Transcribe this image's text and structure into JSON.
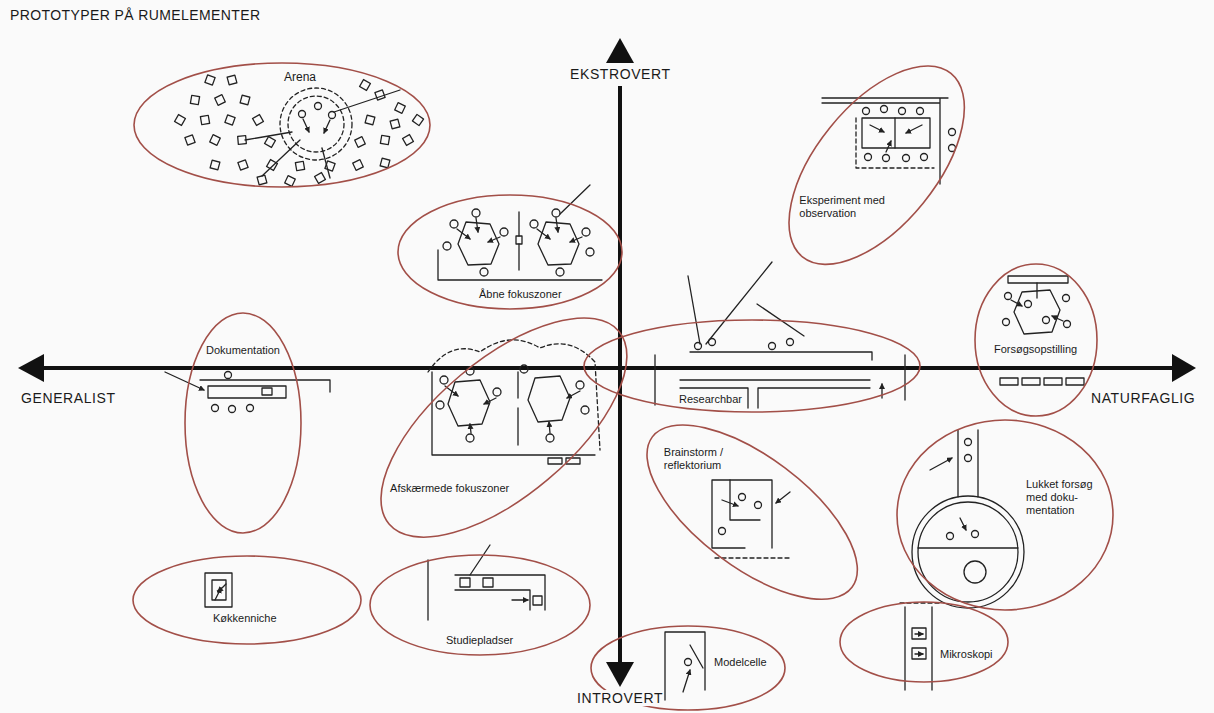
{
  "diagram": {
    "title": "PROTOTYPER PÅ RUMELEMENTER",
    "nodes": [
      {
        "text": [
          "Arena"
        ]
      },
      {
        "text": [
          "Eksperiment med observation"
        ]
      },
      {
        "text": [
          "Åbne fokuszoner"
        ]
      },
      {
        "text": [
          "Researchbar"
        ]
      },
      {
        "text": [
          "Forsøgsopstilling"
        ]
      },
      {
        "text": [
          "Dokumentation"
        ]
      },
      {
        "text": [
          "Afskærmede fokuszoner"
        ]
      },
      {
        "text": [
          "Brainstorm / reflektorium"
        ]
      },
      {
        "text": [
          "Lukket forsøg med doku- mentation"
        ]
      },
      {
        "text": [
          "Køkkenniche"
        ]
      },
      {
        "text": [
          "Studiepladser"
        ]
      },
      {
        "text": [
          "Modelcelle"
        ]
      },
      {
        "text": [
          "Mikroskopi"
        ]
      }
    ],
    "labels": [
      "EKSTROVERT",
      "GENERALIST",
      "NATURFAGLIG",
      "INTROVERT"
    ]
  }
}
